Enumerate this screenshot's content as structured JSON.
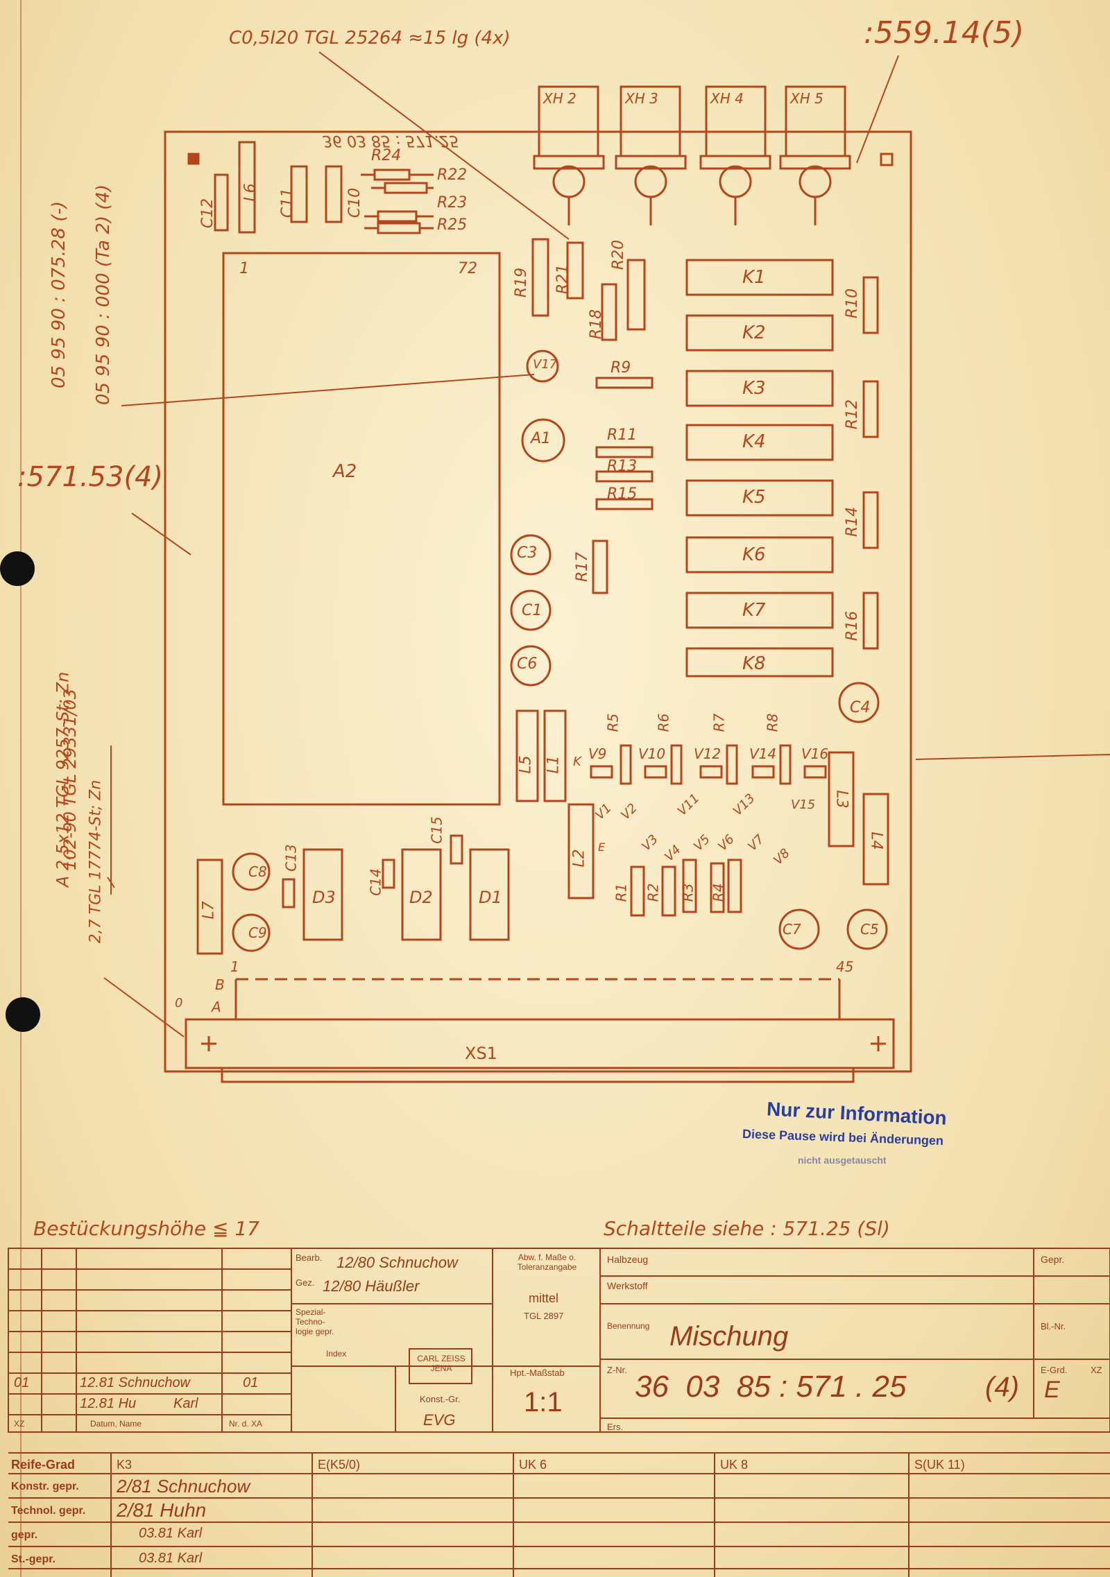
{
  "top_notes": {
    "capacitor_note": "C0,5I20 TGL 25264 ≈15 lg (4x)",
    "drawing_ref": ":559.14(5)",
    "mirror_number": "36 03 85 : 571.25"
  },
  "left_notes": {
    "vert_1": "05 95 90 : 075.28 (-)",
    "vert_2": "05 95 90 : 000 (Ta 2) (4)",
    "board_ref": ":571.53(4)",
    "screw_1": "A 2,5x12 TGL 9257-St; Zn",
    "screw_2": "102-90 TGL 29331/03",
    "screw_3": "2,7 TGL 17774-St; Zn"
  },
  "components": {
    "connectors_top": [
      "XH 2",
      "XH 3",
      "XH 4",
      "XH 5"
    ],
    "resistors_top": [
      "R24",
      "R22",
      "R23",
      "R25"
    ],
    "caps_top": [
      "C12",
      "C11",
      "C10"
    ],
    "inductor_top": "L6",
    "module": {
      "name": "A2",
      "pin_start": "1",
      "pin_end": "72"
    },
    "resistors_mid": [
      "R19",
      "R21",
      "R20",
      "R18",
      "R9",
      "R11",
      "R13",
      "R15",
      "R17"
    ],
    "relays": [
      "K1",
      "K2",
      "K3",
      "K4",
      "K5",
      "K6",
      "K7",
      "K8"
    ],
    "resistors_right": [
      "R10",
      "R12",
      "R14",
      "R16"
    ],
    "misc_mid": [
      "V17",
      "A1",
      "C3",
      "C1",
      "C6",
      "C4"
    ],
    "diodes_k": [
      "V9",
      "V10",
      "V12",
      "V14",
      "V16"
    ],
    "resistors_r": [
      "R5",
      "R6",
      "R7",
      "R8"
    ],
    "transistors": [
      "V1",
      "V2",
      "V11",
      "V13",
      "V15",
      "V3",
      "V4",
      "V5",
      "V6",
      "V7",
      "V8"
    ],
    "resistors_bottom": [
      "R1",
      "R2",
      "R3",
      "R4"
    ],
    "inductors": [
      "L5",
      "L1",
      "L2",
      "L3",
      "L4",
      "L7"
    ],
    "ics": [
      "D3",
      "D2",
      "D1"
    ],
    "caps_bottom": [
      "C8",
      "C9",
      "C13",
      "C14",
      "C15",
      "C7",
      "C5"
    ],
    "edge_connector": {
      "name": "XS1",
      "pin_1": "1",
      "pin_45": "45",
      "row_a": "A",
      "row_b": "B",
      "zero": "0"
    },
    "pin_marks": [
      "K",
      "E"
    ]
  },
  "stamp": {
    "line1": "Nur zur Information",
    "line2": "Diese Pause wird bei Änderungen",
    "line3": "nicht ausgetauscht"
  },
  "footer_notes": {
    "height": "Bestückungshöhe ≦ 17",
    "parts": "Schaltteile siehe : 571.25 (Sl)"
  },
  "title_block": {
    "bearb_label": "Bearb.",
    "bearb_value": "12/80 Schnuchow",
    "gez_label": "Gez.",
    "gez_value": "12/80 Häußler",
    "spezial_label": "Spezial-\nTechno-\nlogie gepr.",
    "index_label": "Index",
    "abw_label": "Abw. f. Maße o. Toleranzangabe",
    "abw_value": "mittel",
    "abw_std": "TGL 2897",
    "halbzeug_label": "Halbzeug",
    "werkstoff_label": "Werkstoff",
    "benennung_label": "Benennung",
    "benennung_value": "Mischung",
    "gepr_label": "Gepr.",
    "bl_label": "Bl.-Nr.",
    "logo": "CARL ZEISS JENA",
    "konst_label": "Konst.-Gr.",
    "konst_value": "EVG",
    "scale_label": "Hpt.-Maßstab",
    "scale_value": "1:1",
    "znr_label": "Z-Nr.",
    "znr_value": "36  03  85 : 571 . 25",
    "znr_index": "(4)",
    "ers_label": "Ers.",
    "egrd_label": "E-Grd.",
    "egrd_value": "E",
    "xz_label": "XZ",
    "rev_row1": [
      "01",
      "12.81 Schnuchow",
      "01"
    ],
    "rev_row2": [
      "12.81 Hu",
      "Karl"
    ],
    "rev_head": [
      "XZ",
      "Datum, Name",
      "Nr. d. XA"
    ]
  },
  "release_table": {
    "reife_label": "Reife-Grad",
    "cols": [
      "K3",
      "E(K5/0)",
      "UK 6",
      "UK 8",
      "S(UK 11)"
    ],
    "konstr_label": "Konstr. gepr.",
    "konstr_sig": "2/81 Schnuchow",
    "technol_label": "Technol. gepr.",
    "technol_sig": "2/81 Huhn",
    "gepr_label": "gepr.",
    "gepr_sig": "03.81 Karl",
    "st_label": "St.-gepr.",
    "st_sig": "03.81 Karl"
  }
}
